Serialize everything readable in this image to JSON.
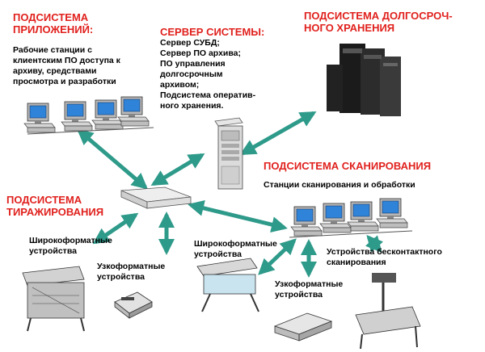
{
  "colors": {
    "title": "#e0211d",
    "arrow": "#2e9a8a",
    "text": "#000000"
  },
  "apps": {
    "title": "ПОДСИСТЕМА\nПРИЛОЖЕНИЙ:",
    "desc": "Рабочие станции с\nклиентским ПО доступа к\nархиву, средствами\nпросмотра и разработки"
  },
  "server": {
    "title": "СЕРВЕР СИСТЕМЫ:",
    "desc": "Сервер СУБД;\nСервер ПО архива;\nПО управления\nдолгосрочным\nархивом;\nПодсистема оператив-\nного хранения."
  },
  "storage": {
    "title": "ПОДСИСТЕМА ДОЛГОСРОЧ-\nНОГО ХРАНЕНИЯ"
  },
  "scanning": {
    "title": "ПОДСИСТЕМА СКАНИРОВАНИЯ",
    "desc": "Станции сканирования и обработки"
  },
  "replication": {
    "title": "ПОДСИСТЕМА\nТИРАЖИРОВАНИЯ"
  },
  "devices": {
    "wide_left": "Широкоформатные\nустройства",
    "narrow_left": "Узкоформатные\nустройства",
    "wide_right": "Широкоформатные\nустройства",
    "narrow_right": "Узкоформатные\nустройства",
    "contactless": "Устройства бесконтактного\nсканирования"
  },
  "icons": [
    "computer-icon",
    "server-tower-icon",
    "storage-array-icon",
    "network-switch-icon",
    "plotter-icon",
    "printer-icon",
    "wide-scanner-icon",
    "flatbed-scanner-icon",
    "book-scanner-icon",
    "arrow-icon"
  ]
}
